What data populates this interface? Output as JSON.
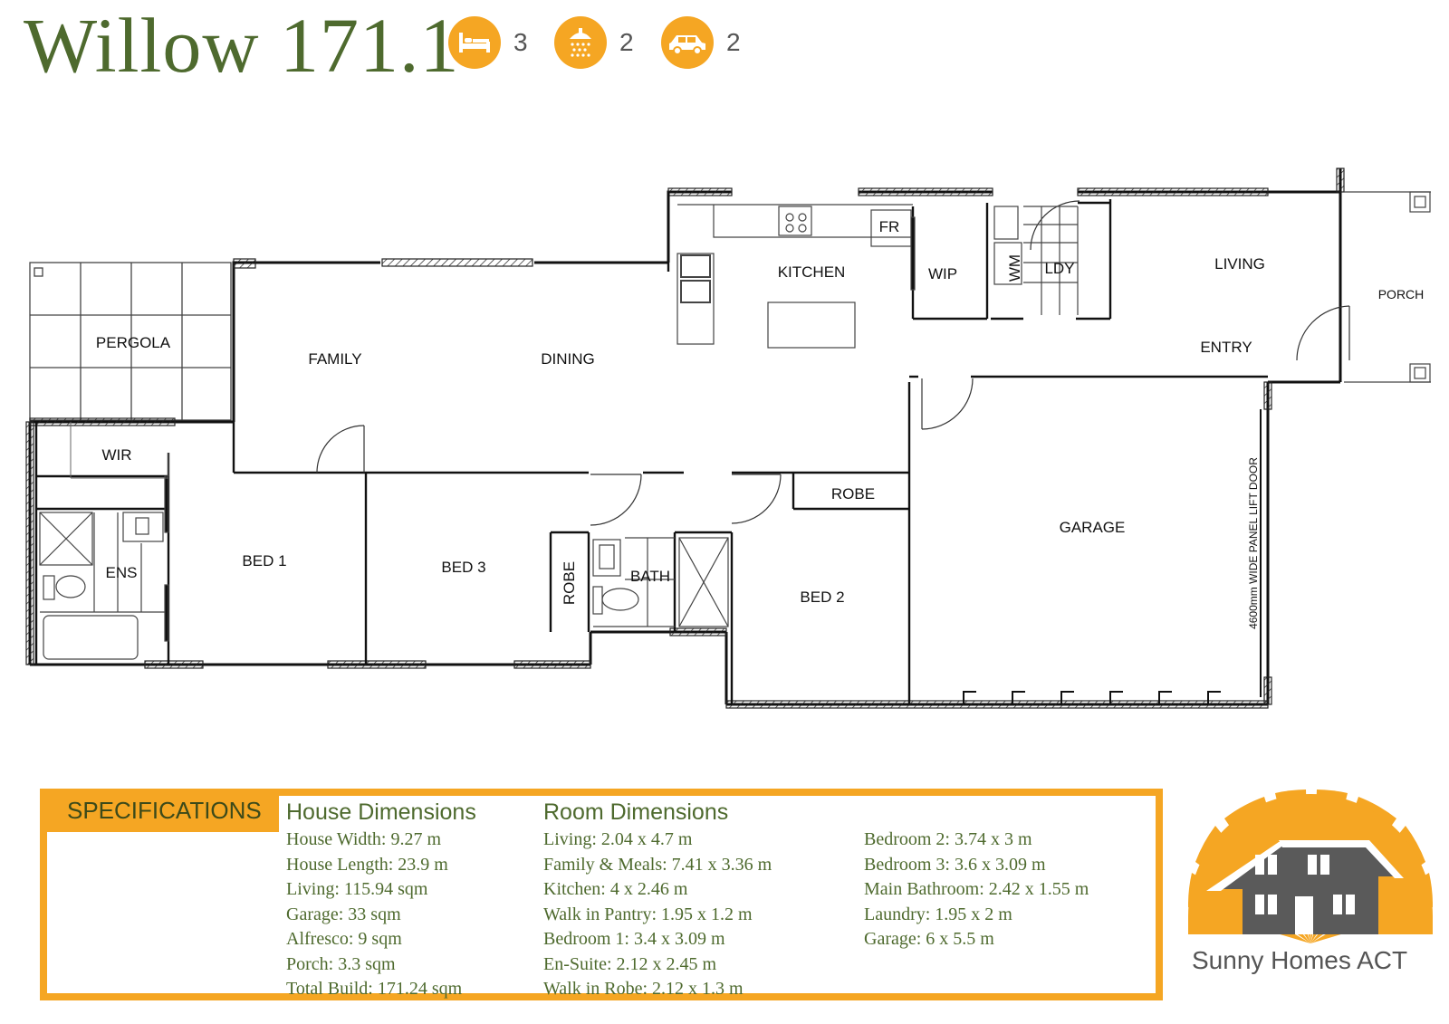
{
  "header": {
    "title": "Willow 171.1",
    "features": [
      {
        "icon": "bed-icon",
        "count": "3"
      },
      {
        "icon": "shower-icon",
        "count": "2"
      },
      {
        "icon": "car-icon",
        "count": "2"
      }
    ]
  },
  "plan": {
    "rooms": {
      "pergola": "PERGOLA",
      "family": "FAMILY",
      "dining": "DINING",
      "kitchen": "KITCHEN",
      "fr": "FR",
      "wip": "WIP",
      "wm": "WM",
      "ldy": "LDY",
      "living": "LIVING",
      "porch": "PORCH",
      "entry": "ENTRY",
      "wir": "WIR",
      "ens": "ENS",
      "bed1": "BED 1",
      "bed3": "BED 3",
      "robe_left": "ROBE",
      "bath": "BATH",
      "robe_right": "ROBE",
      "bed2": "BED 2",
      "garage": "GARAGE",
      "garage_door": "4600mm WIDE PANEL LIFT DOOR"
    }
  },
  "specs": {
    "tab": "SPECIFICATIONS",
    "house_heading": "House Dimensions",
    "house": [
      "House Width: 9.27 m",
      "House Length: 23.9 m",
      "Living: 115.94 sqm",
      "Garage: 33 sqm",
      "Alfresco: 9 sqm",
      "Porch: 3.3 sqm",
      "Total Build: 171.24 sqm"
    ],
    "room_heading": "Room Dimensions",
    "rooms_col1": [
      "Living: 2.04 x 4.7 m",
      "Family & Meals: 7.41 x 3.36 m",
      "Kitchen: 4 x 2.46 m",
      "Walk in Pantry: 1.95 x 1.2 m",
      "Bedroom 1: 3.4 x 3.09 m",
      "En-Suite: 2.12 x 2.45 m",
      "Walk in Robe: 2.12 x 1.3 m"
    ],
    "rooms_col2": [
      "Bedroom 2: 3.74 x 3 m",
      "Bedroom 3: 3.6 x 3.09 m",
      "Main Bathroom: 2.42 x 1.55 m",
      "Laundry: 1.95 x 2 m",
      "Garage: 6 x 5.5 m"
    ]
  },
  "brand": {
    "name": "Sunny Homes ACT",
    "accent": "#f5a623",
    "title_color": "#4e6a2e",
    "house_color": "#5a5a5a"
  }
}
